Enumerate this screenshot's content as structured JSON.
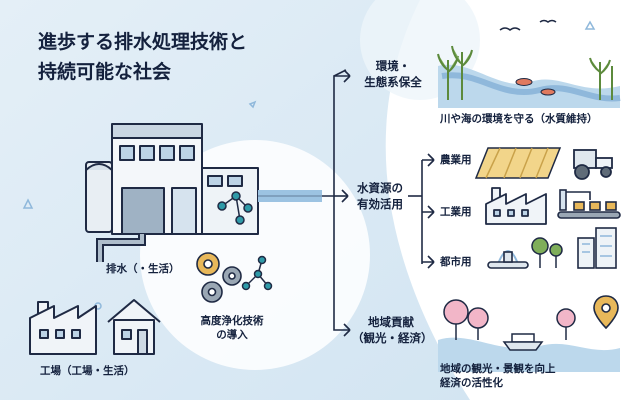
{
  "title": {
    "line1": "進歩する排水処理技術と",
    "line2": "持続可能な社会"
  },
  "flow": {
    "drain": "排水（・生活）",
    "factory": "工場（工場・生活）",
    "tech_line1": "高度浄化技術",
    "tech_line2": "の導入",
    "water_line1": "水資源の",
    "water_line2": "有効活用"
  },
  "outcomes": {
    "env_line1": "環境・",
    "env_line2": "生態系保全",
    "env_caption": "川や海の環境を守る（水質維持）",
    "agri": "農業用",
    "industry": "工業用",
    "urban": "都市用",
    "region_line1": "地域貢献",
    "region_line2": "（観光・経済）",
    "region_caption_line1": "地域の観光・景観を向上",
    "region_caption_line2": "経済の活性化"
  },
  "colors": {
    "ink": "#1f2a44",
    "sky": "#dcebf5",
    "water": "#8fb8db",
    "accent_teal": "#2f9aa8",
    "leaf": "#7fae5a",
    "blossom": "#f2b6c8"
  }
}
